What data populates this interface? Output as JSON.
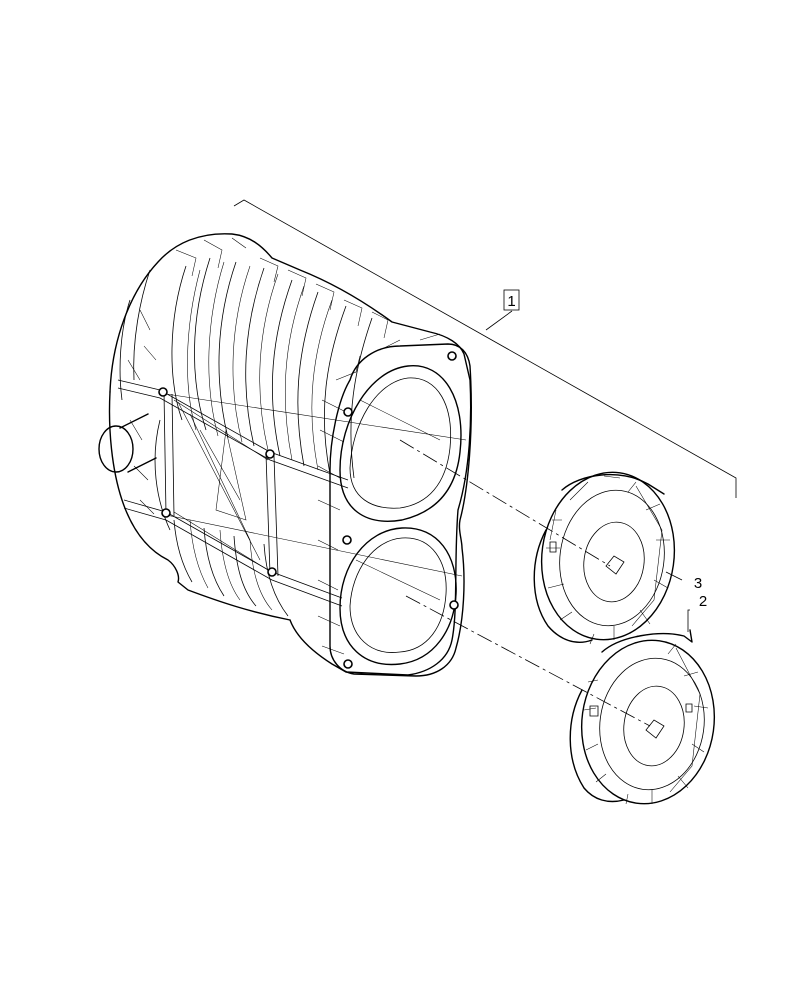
{
  "callouts": [
    {
      "id": "1",
      "boxed": true
    },
    {
      "id": "3",
      "boxed": false
    },
    {
      "id": "2",
      "boxed": false
    }
  ],
  "colors": {
    "line": "#000000",
    "background": "#ffffff"
  }
}
